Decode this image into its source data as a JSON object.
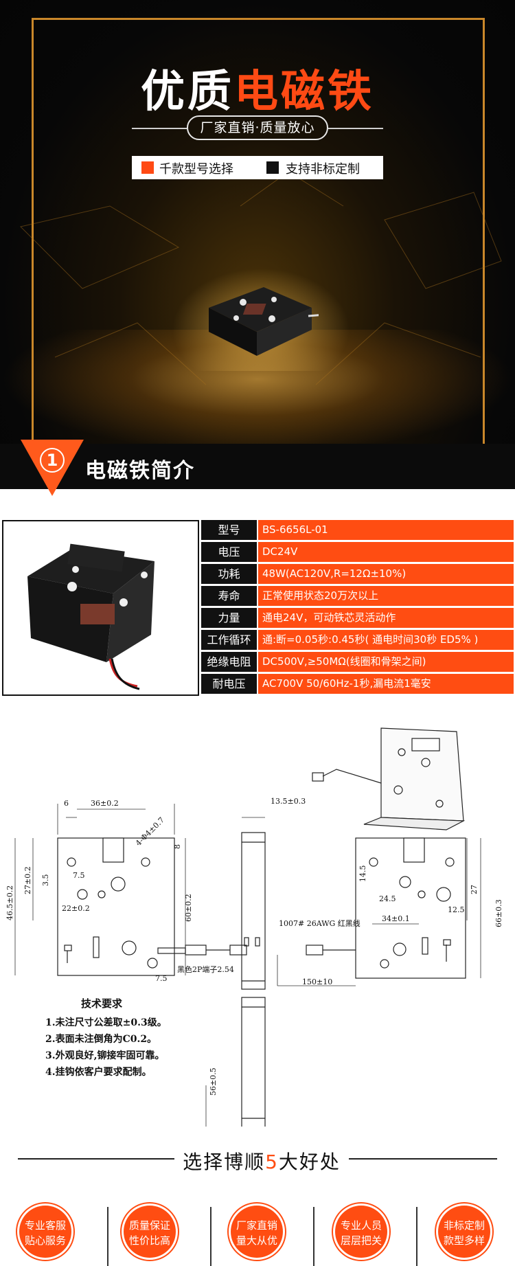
{
  "hero": {
    "title_white": "优质",
    "title_accent": "电磁铁",
    "subtitle": "厂家直销·质量放心",
    "feature1": "千款型号选择",
    "feature2": "支持非标定制"
  },
  "section1": {
    "number": "1",
    "title": "电磁铁简介"
  },
  "specs": [
    {
      "key": "型号",
      "value": "BS-6656L-01"
    },
    {
      "key": "电压",
      "value": "DC24V"
    },
    {
      "key": "功耗",
      "value": "48W(AC120V,R=12Ω±10%)"
    },
    {
      "key": "寿命",
      "value": "正常使用状态20万次以上"
    },
    {
      "key": "力量",
      "value": "通电24V，可动铁芯灵活动作"
    },
    {
      "key": "工作循环",
      "value": "通:断=0.05秒:0.45秒( 通电时间30秒 ED5% )"
    },
    {
      "key": "绝缘电阻",
      "value": "DC500V,≥50MΩ(线圈和骨架之间)"
    },
    {
      "key": "耐电压",
      "value": "AC700V 50/60Hz-1秒,漏电流1毫安"
    }
  ],
  "drawing": {
    "dims": {
      "d1": "36±0.2",
      "d2": "6",
      "d3": "4-Φ4±0.7",
      "d4": "46.5±0.2",
      "d5": "27±0.2",
      "d6": "3.5",
      "d7": "7.5",
      "d8": "22±0.2",
      "d9": "60±0.2",
      "d10": "8",
      "d11": "7.5",
      "d12": "13.5±0.3",
      "d13": "黑色2P端子2.54",
      "d14": "150±10",
      "d15": "1007# 26AWG 红黑线",
      "d16": "14.5",
      "d17": "27",
      "d18": "24.5",
      "d19": "34±0.1",
      "d20": "12.5",
      "d21": "66±0.3",
      "d22": "56±0.5"
    },
    "notes_title": "技术要求",
    "notes": [
      "1.未注尺寸公差取±0.3级。",
      "2.表面未注倒角为C0.2。",
      "3.外观良好,铆接牢固可靠。",
      "4.挂钩依客户要求配制。"
    ]
  },
  "section2": {
    "title_a": "选择博顺",
    "title_accent": "5",
    "title_b": "大好处",
    "badges": [
      {
        "l1": "专业客服",
        "l2": "贴心服务"
      },
      {
        "l1": "质量保证",
        "l2": "性价比高"
      },
      {
        "l1": "厂家直销",
        "l2": "量大从优"
      },
      {
        "l1": "专业人员",
        "l2": "层层把关"
      },
      {
        "l1": "非标定制",
        "l2": "款型多样"
      }
    ]
  }
}
